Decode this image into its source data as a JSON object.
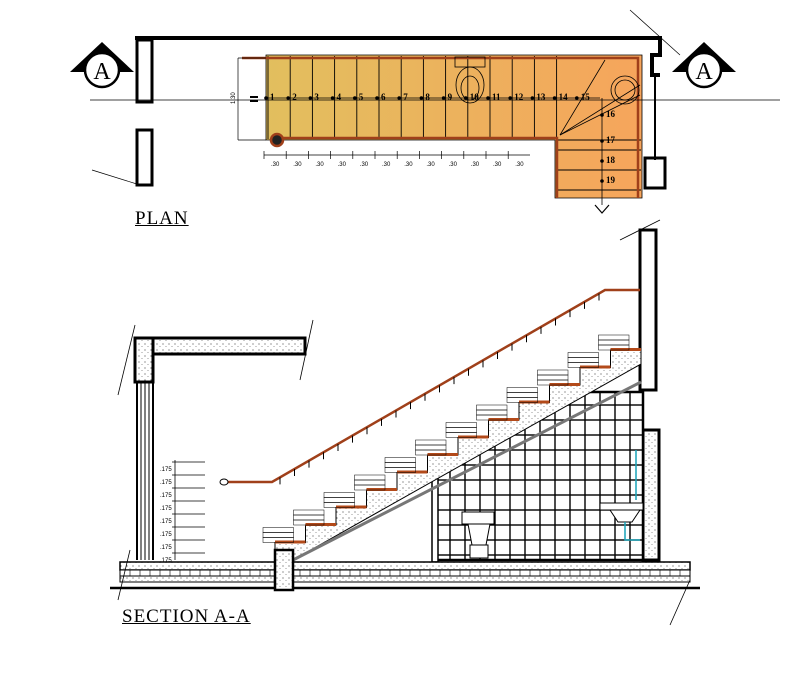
{
  "plan": {
    "title": "PLAN",
    "section_marker": "A",
    "step_numbers": [
      "1",
      "2",
      "3",
      "4",
      "5",
      "6",
      "7",
      "8",
      "9",
      "10",
      "11",
      "12",
      "13",
      "14",
      "15",
      "16",
      "17",
      "18",
      "19"
    ],
    "tread_dimension": ".30",
    "tread_count": 12,
    "width_dimension": "1.30"
  },
  "section": {
    "title": "SECTION A-A",
    "riser_dimension": ".175",
    "riser_count": 8,
    "step_count": 12
  },
  "colors": {
    "stair_fill_start": "#e2bf5e",
    "stair_fill_end": "#f6a55c",
    "handrail": "#a0401a",
    "nosing": "#b34a1a"
  }
}
